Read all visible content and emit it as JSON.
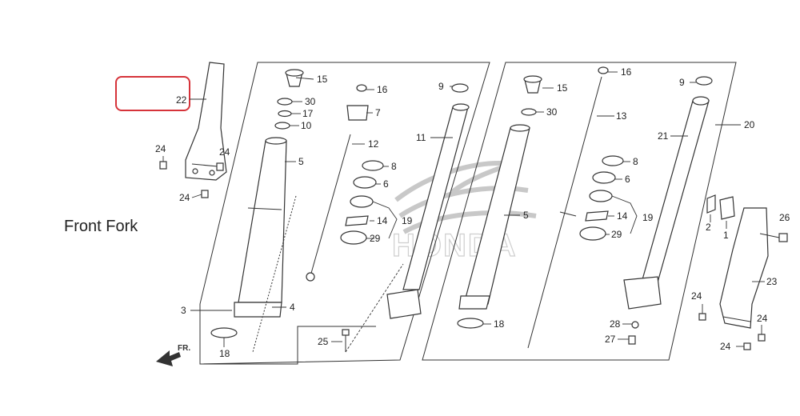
{
  "page_title": "Front Fork",
  "brand_watermark": "HONDA",
  "direction_label": "FR.",
  "highlight_color": "#d6333a",
  "callouts": {
    "c22": "22",
    "c24a": "24",
    "c24b": "24",
    "c24c": "24",
    "c15a": "15",
    "c30a": "30",
    "c17": "17",
    "c10": "10",
    "c5a": "5",
    "c3": "3",
    "c4": "4",
    "c18a": "18",
    "c16a": "16",
    "c7": "7",
    "c12": "12",
    "c8a": "8",
    "c6a": "6",
    "c14a": "14",
    "c19a": "19",
    "c29a": "29",
    "c9a": "9",
    "c11": "11",
    "c25": "25",
    "c15b": "15",
    "c30b": "30",
    "c5b": "5",
    "c18b": "18",
    "c16b": "16",
    "c13": "13",
    "c8b": "8",
    "c6b": "6",
    "c14b": "14",
    "c19b": "19",
    "c29b": "29",
    "c9b": "9",
    "c21": "21",
    "c20": "20",
    "c28": "28",
    "c27": "27",
    "c2": "2",
    "c1": "1",
    "c26": "26",
    "c23": "23",
    "c24d": "24",
    "c24e": "24",
    "c24f": "24"
  }
}
